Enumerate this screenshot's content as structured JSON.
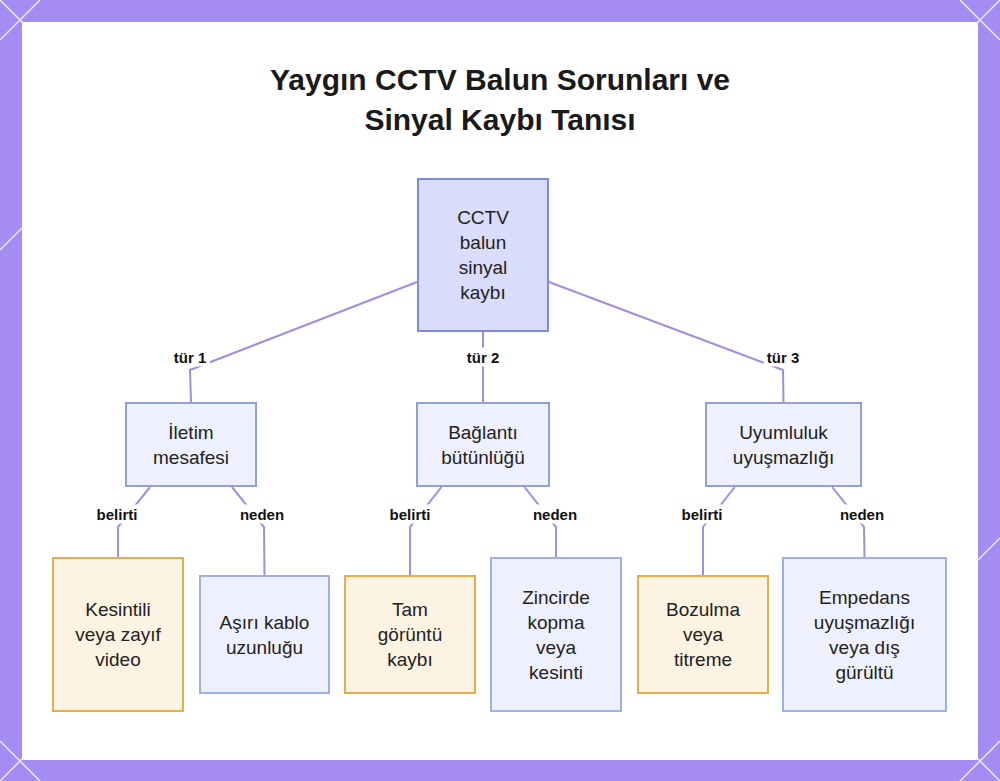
{
  "diagram": {
    "title": "Yaygın CCTV Balun Sorunları ve Sinyal Kaybı Tanısı",
    "nodes": [
      {
        "text": [
          "CCTV balun sinyal kaybı"
        ]
      },
      {
        "text": [
          "İletim mesafesi"
        ]
      },
      {
        "text": [
          "Bağlantı bütünlüğü"
        ]
      },
      {
        "text": [
          "Uyumluluk uyuşmazlığı"
        ]
      },
      {
        "text": [
          "Kesintili veya zayıf video"
        ]
      },
      {
        "text": [
          "Aşırı kablo uzunluğu"
        ]
      },
      {
        "text": [
          "Tam görüntü kaybı"
        ]
      },
      {
        "text": [
          "Zincirde kopma veya kesinti"
        ]
      },
      {
        "text": [
          "Bozulma veya titreme"
        ]
      },
      {
        "text": [
          "Empedans uyuşmazlığı veya dış gürültü"
        ]
      }
    ],
    "edges": [
      {
        "from": 0,
        "to": 1,
        "label": "tür 1",
        "arrow": "none"
      },
      {
        "from": 0,
        "to": 2,
        "label": "tür 2",
        "arrow": "none"
      },
      {
        "from": 0,
        "to": 3,
        "label": "tür 3",
        "arrow": "none"
      },
      {
        "from": 1,
        "to": 4,
        "label": "belirti",
        "arrow": "none"
      },
      {
        "from": 1,
        "to": 5,
        "label": "neden",
        "arrow": "none"
      },
      {
        "from": 2,
        "to": 6,
        "label": "belirti",
        "arrow": "none"
      },
      {
        "from": 2,
        "to": 7,
        "label": "neden",
        "arrow": "none"
      },
      {
        "from": 3,
        "to": 8,
        "label": "belirti",
        "arrow": "none"
      },
      {
        "from": 3,
        "to": 9,
        "label": "neden",
        "arrow": "none"
      }
    ]
  }
}
